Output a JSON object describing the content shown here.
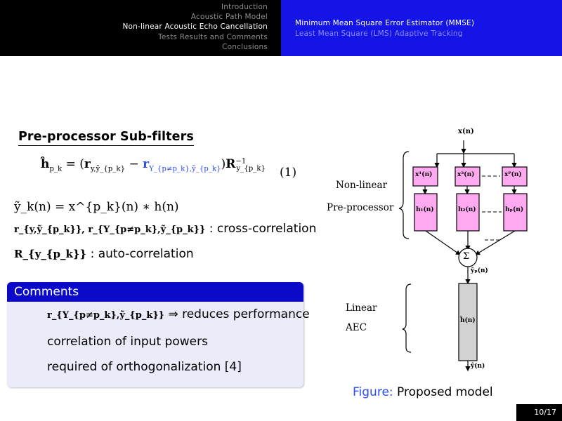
{
  "headline": {
    "sections": [
      {
        "label": "Introduction",
        "active": false
      },
      {
        "label": "Acoustic Path Model",
        "active": false
      },
      {
        "label": "Non-linear Acoustic Echo Cancellation",
        "active": true
      },
      {
        "label": "Tests Results and Comments",
        "active": false
      },
      {
        "label": "Conclusions",
        "active": false
      }
    ],
    "subsections": [
      {
        "label": "Minimum Mean Square Error Estimator (MMSE)",
        "active": true
      },
      {
        "label": "Least Mean Square (LMS) Adaptive Tracking",
        "active": false
      }
    ]
  },
  "frame": {
    "title": "Pre-processor Sub-filters",
    "equation": {
      "lhs": "ĥ",
      "lhs_sub": "p_k",
      "equals": " = (",
      "term1": "r",
      "term1_sub": "y,ỹ_{p_k}",
      "minus": " − ",
      "term2": "r",
      "term2_sub": "Y_{p≠p_k},ỹ_{p_k}",
      "close": ")",
      "rhs": "R",
      "rhs_sup": "−1",
      "rhs_sub": "y_{p_k}",
      "number": "(1)"
    },
    "definitions": [
      {
        "math": "ỹ_k(n) = x^{p_k}(n) ∗ h(n)",
        "text": ""
      },
      {
        "math": "r_{y,ỹ_{p_k}}, r_{Y_{p≠p_k},ỹ_{p_k}}",
        "text": ": cross-correlation"
      },
      {
        "math": "R_{y_{p_k}}",
        "text": ": auto-correlation"
      }
    ],
    "comments_block": {
      "title": "Comments",
      "items": [
        {
          "math": "r_{Y_{p≠p_k},ỹ_{p_k}}",
          "text": "⇒ reduces performance"
        },
        {
          "math": "",
          "text": "correlation of input powers"
        },
        {
          "math": "",
          "text": "required of orthogonalization [4]"
        }
      ]
    }
  },
  "figure": {
    "input_label": "x(n)",
    "power_blocks": [
      "x¹(n)",
      "x²(n)",
      "xᴾ(n)"
    ],
    "filter_blocks": [
      "h₁(n)",
      "h₂(n)",
      "hₚ(n)"
    ],
    "sum_symbol": "Σ",
    "sum_output_label": "ŷₚ(n)",
    "linear_block": "ĥ(n)",
    "output_label": "ŷ(n)",
    "group_labels": {
      "nonlinear_line1": "Non-linear",
      "nonlinear_line2": "Pre-processor",
      "linear_line1": "Linear",
      "linear_line2": "AEC"
    },
    "ellipsis": "- - -",
    "caption_prefix": "Figure:",
    "caption": "Proposed model",
    "colors": {
      "nonlinear_block": "#ffaaf0",
      "linear_block": "#d2d2d2"
    }
  },
  "footer": {
    "page": "10/17"
  }
}
